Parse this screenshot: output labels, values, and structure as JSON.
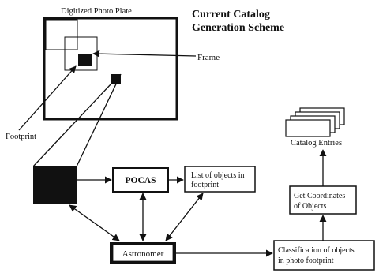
{
  "title": {
    "line1": "Current Catalog",
    "line2": "Generation Scheme"
  },
  "plate": {
    "label": "Digitized Photo Plate"
  },
  "labels": {
    "frame": "Frame",
    "footprint": "Footprint"
  },
  "boxes": {
    "pocas": "POCAS",
    "list_objects": [
      "List of objects in",
      "footprint"
    ],
    "astronomer": "Astronomer",
    "classification": [
      "Classification of objects",
      "in photo footprint"
    ],
    "get_coords": [
      "Get Coordinates",
      "of Objects"
    ],
    "catalog_entries": "Catalog Entries"
  },
  "colors": {
    "ink": "#111111",
    "paper": "#ffffff"
  }
}
